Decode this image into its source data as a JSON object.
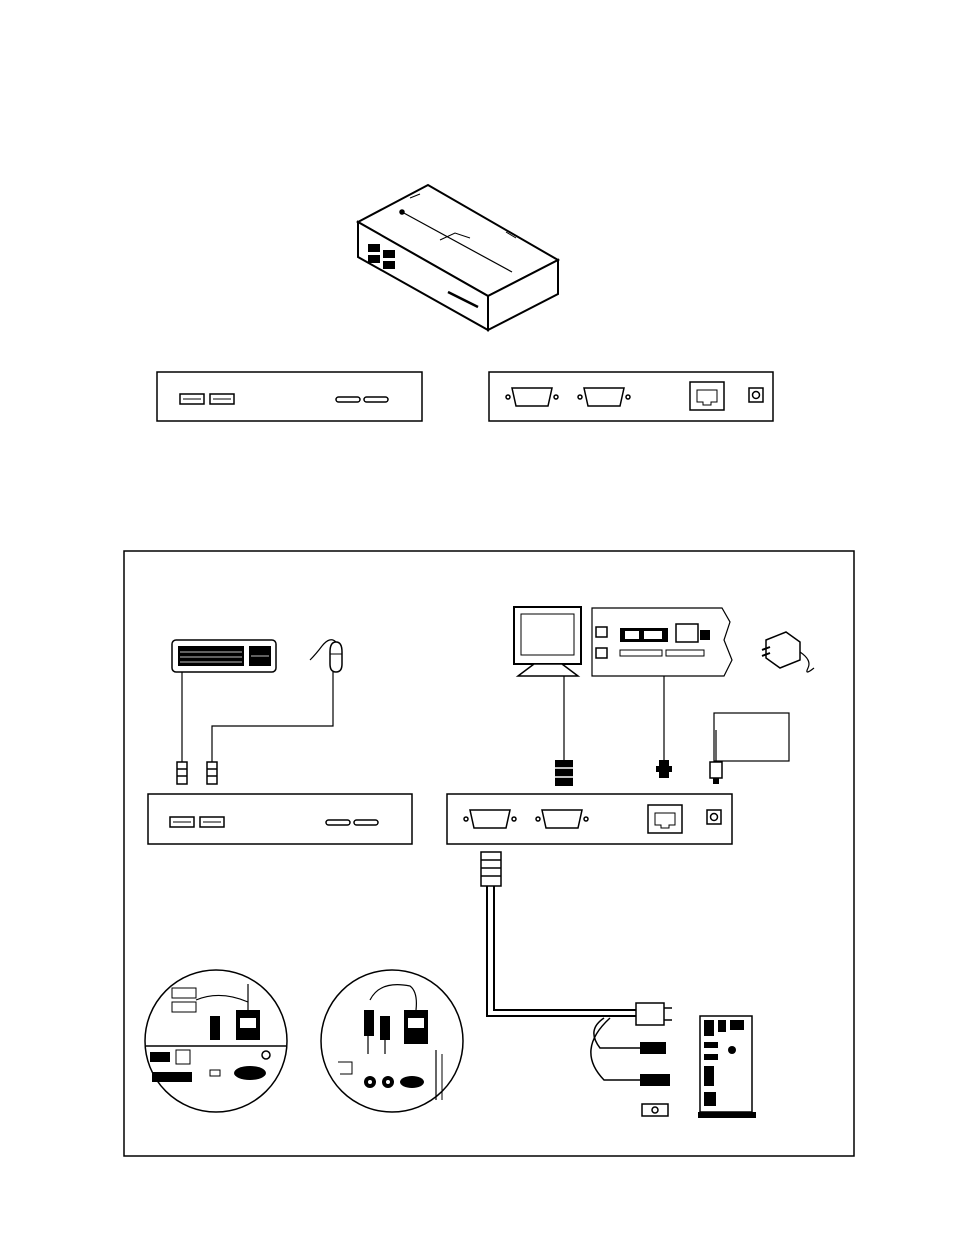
{
  "figure": {
    "top_section": {
      "device_isometric": "kvm-extender-box",
      "front_panel": {
        "ports": [
          "usb-a-port",
          "usb-a-port"
        ],
        "indicators": [
          "led-slot",
          "led-slot"
        ]
      },
      "rear_panel": {
        "ports": [
          "vga-port",
          "vga-port",
          "rj45-port",
          "dc-power-jack"
        ]
      }
    },
    "connection_diagram": {
      "peripherals": [
        "keyboard",
        "mouse",
        "monitor",
        "remote-unit",
        "power-adapter"
      ],
      "computer": "tower-pc",
      "inset_1": "usb-connection-detail",
      "inset_2": "ps2-connection-detail"
    },
    "colors": {
      "line": "#000000",
      "background": "#ffffff"
    }
  }
}
